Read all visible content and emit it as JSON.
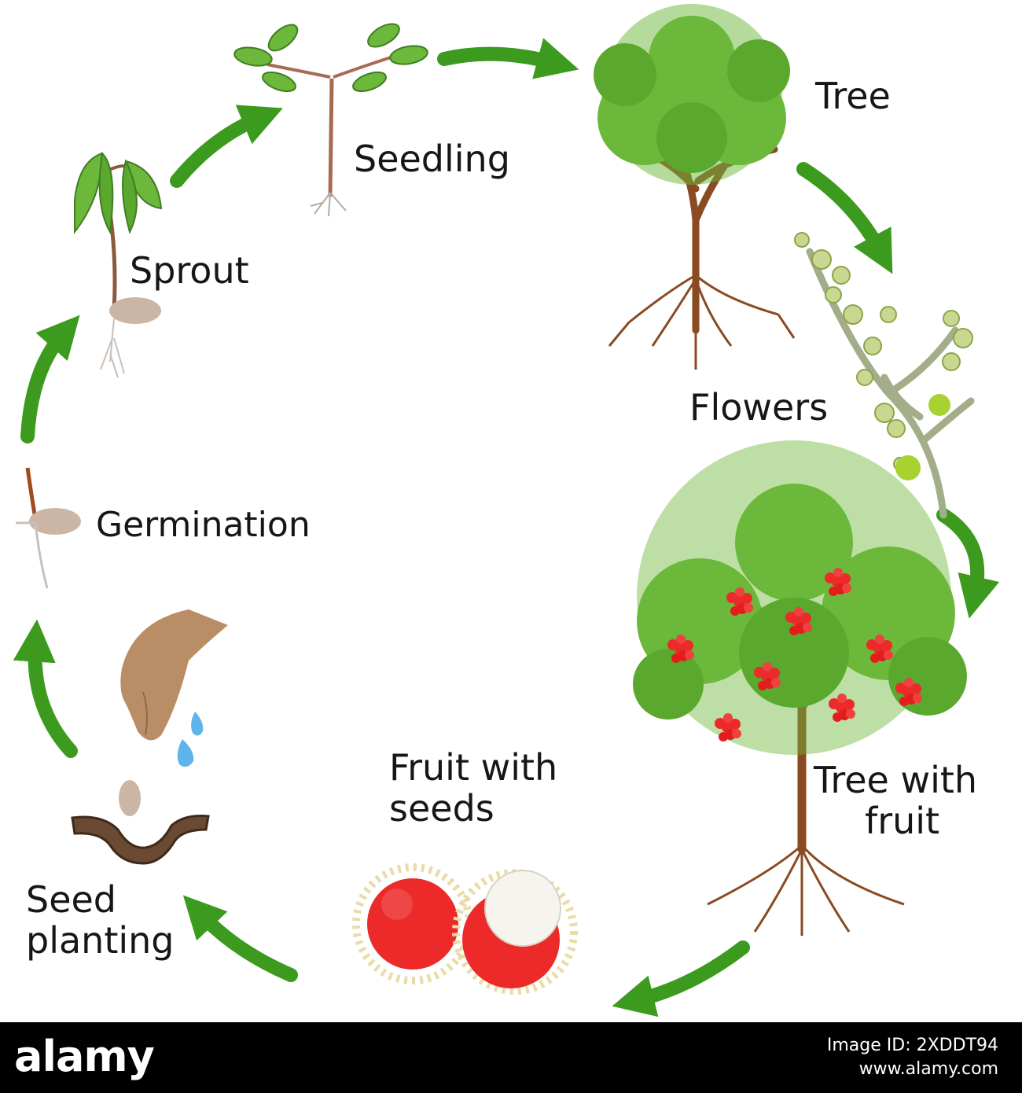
{
  "stages": {
    "tree": "Tree",
    "seedling": "Seedling",
    "sprout": "Sprout",
    "flowers": "Flowers",
    "germination": "Germination",
    "tree_with_fruit": [
      "Tree with",
      "fruit"
    ],
    "fruit_with_seeds": [
      "Fruit with",
      "seeds"
    ],
    "seed_planting": [
      "Seed",
      "planting"
    ]
  },
  "colors": {
    "arrow": "#3c9a1e",
    "leaf": "#6cb83a",
    "trunk": "#8a4a22",
    "fruit": "#ec2a2a",
    "seed": "#cbb6a6",
    "soil": "#6a4a32",
    "hand": "#b98d66",
    "water": "#5cb4ea",
    "flower": "#c8d890"
  },
  "icons": [
    "arrow-icon",
    "tree-icon",
    "seedling-icon",
    "sprout-icon",
    "flowers-icon",
    "germination-icon",
    "fruit-tree-icon",
    "rambutan-icon",
    "hand-icon",
    "water-drop-icon",
    "seed-icon",
    "soil-icon"
  ],
  "footer": {
    "brand": "alamy",
    "image_id": "Image ID: 2XDDT94",
    "site": "www.alamy.com"
  }
}
